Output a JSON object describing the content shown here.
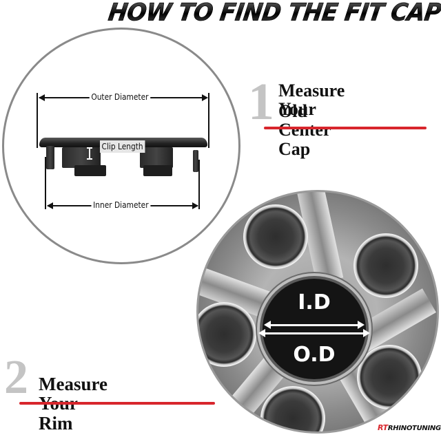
{
  "title": "HOW TO FIND THE FIT CAP",
  "cap_diagram": {
    "outer_diameter_label": "Outer Diameter",
    "clip_length_label": "Clip Length",
    "inner_diameter_label": "Inner Diameter"
  },
  "step1": {
    "number": "1",
    "line1": "Measure Your",
    "line2": "Old Center Cap"
  },
  "step2": {
    "number": "2",
    "text": "Measure Your Rim"
  },
  "rim": {
    "id_label": "I.D",
    "od_label": "O.D"
  },
  "brand": {
    "prefix": "RT",
    "name": "RHINOTUNING"
  },
  "colors": {
    "accent_red": "#d8262c",
    "step_number_gray": "#c4c4c4",
    "text_dark": "#111111"
  }
}
